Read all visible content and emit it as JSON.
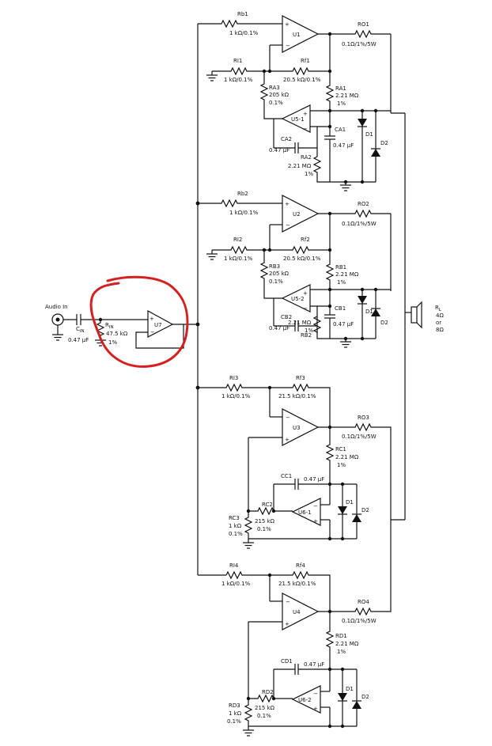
{
  "input": {
    "label": "Audio In",
    "cin_ref": "C",
    "cin_sub": "IN",
    "cin_val": "0.47 µF",
    "rin_ref": "R",
    "rin_sub": "IN",
    "rin_val": "47.5 kΩ",
    "rin_tol": "1%",
    "buffer": "U7"
  },
  "load": {
    "ref": "R",
    "sub": "L",
    "v1": "4Ω",
    "v2": "or",
    "v3": "8Ω"
  },
  "ch1": {
    "rb": "Rb1",
    "rb_val": "1 kΩ/0.1%",
    "amp": "U1",
    "ri": "RI1",
    "ri_val": "1 kΩ/0.1%",
    "rf": "Rf1",
    "rf_val": "20.5 kΩ/0.1%",
    "ro": "RO1",
    "ro_val": "0.1Ω/1%/5W",
    "ra3": "RA3",
    "ra3_val": "205 kΩ",
    "ra3_tol": "0.1%",
    "ra1": "RA1",
    "ra1_val": "2.21 MΩ",
    "ra1_tol": "1%",
    "aux": "U5-1",
    "ca1": "CA1",
    "ca1_val": "0.47 µF",
    "ca2": "CA2",
    "ca2_val": "0.47 µF",
    "ra2": "RA2",
    "ra2_val": "2.21 MΩ",
    "ra2_tol": "1%",
    "d1": "D1",
    "d2": "D2"
  },
  "ch2": {
    "rb": "Rb2",
    "rb_val": "1 kΩ/0.1%",
    "amp": "U2",
    "ri": "RI2",
    "ri_val": "1 kΩ/0.1%",
    "rf": "Rf2",
    "rf_val": "20.5 kΩ/0.1%",
    "ro": "RO2",
    "ro_val": "0.1Ω/1%/5W",
    "ra3": "RB3",
    "ra3_val": "205 kΩ",
    "ra3_tol": "0.1%",
    "ra1": "RB1",
    "ra1_val": "2.21 MΩ",
    "ra1_tol": "1%",
    "aux": "U5-2",
    "ca1": "CB1",
    "ca1_val": "0.47 µF",
    "ca2": "CB2",
    "ca2_val": "0.47 µF",
    "ra2": "RB2",
    "ra2_val": "2.21 MΩ",
    "ra2_tol": "1%",
    "d1": "D1",
    "d2": "D2"
  },
  "ch3": {
    "ri": "RI3",
    "ri_val": "1 kΩ/0.1%",
    "rf": "Rf3",
    "rf_val": "21.5 kΩ/0.1%",
    "amp": "U3",
    "ro": "RO3",
    "ro_val": "0.1Ω/1%/5W",
    "rc1": "RC1",
    "rc1_val": "2.21 MΩ",
    "rc1_tol": "1%",
    "cc1": "CC1",
    "cc1_val": "0.47 µF",
    "rc2": "RC2",
    "rc2_val": "215 kΩ",
    "rc2_tol": "0.1%",
    "rc3": "RC3",
    "rc3_val": "1 kΩ",
    "rc3_tol": "0.1%",
    "aux": "U6-1",
    "d1": "D1",
    "d2": "D2"
  },
  "ch4": {
    "ri": "RI4",
    "ri_val": "1 kΩ/0.1%",
    "rf": "Rf4",
    "rf_val": "21.5 kΩ/0.1%",
    "amp": "U4",
    "ro": "RO4",
    "ro_val": "0.1Ω/1%/5W",
    "rc1": "RD1",
    "rc1_val": "2.21 MΩ",
    "rc1_tol": "1%",
    "cc1": "CD1",
    "cc1_val": "0.47 µF",
    "rc2": "RD2",
    "rc2_val": "215 kΩ",
    "rc2_tol": "0.1%",
    "rc3": "RD3",
    "rc3_val": "1 kΩ",
    "rc3_tol": "0.1%",
    "aux": "U6-2",
    "d1": "D1",
    "d2": "D2"
  }
}
